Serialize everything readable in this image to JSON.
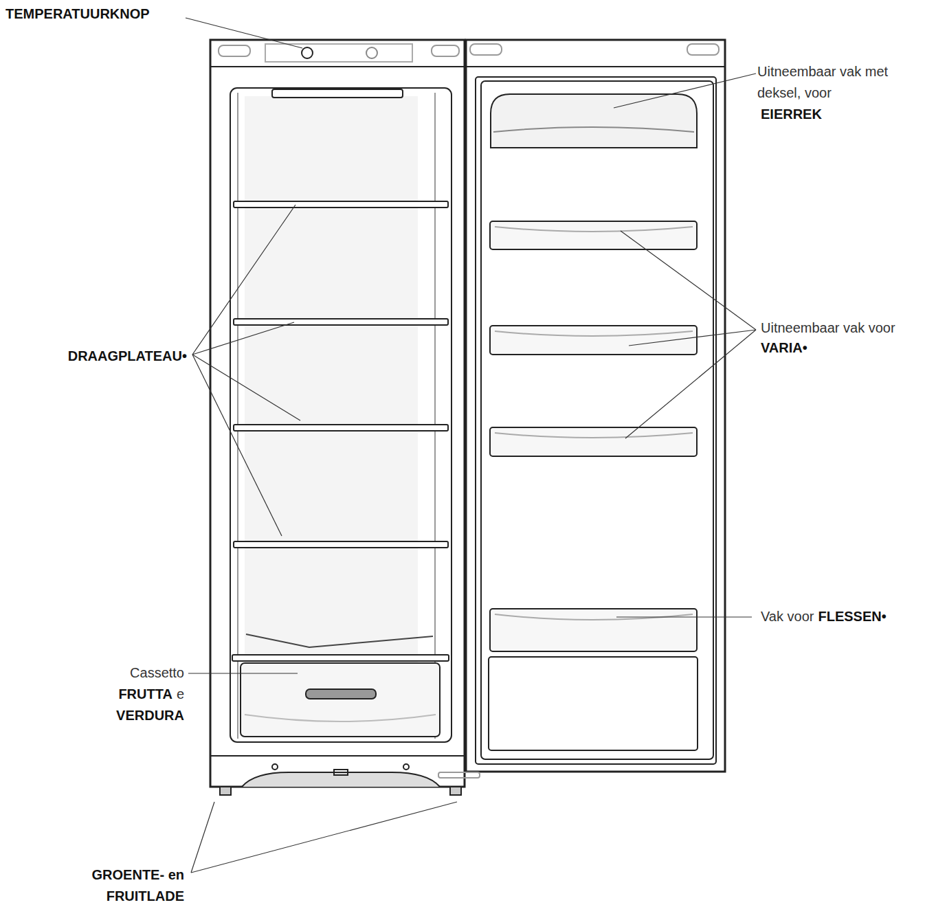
{
  "diagram": {
    "labels": [
      "TEMPERATUURKNOP",
      "Uitneembaar vak met deksel, voor",
      "EIERREK",
      "DRAAGPLATEAU•",
      "Uitneembaar vak voor",
      "VARIA•",
      "Vak voor",
      "FLESSEN•",
      "Cassetto",
      "FRUTTA",
      "e",
      "VERDURA",
      "GROENTE- en FRUITLADE"
    ]
  }
}
